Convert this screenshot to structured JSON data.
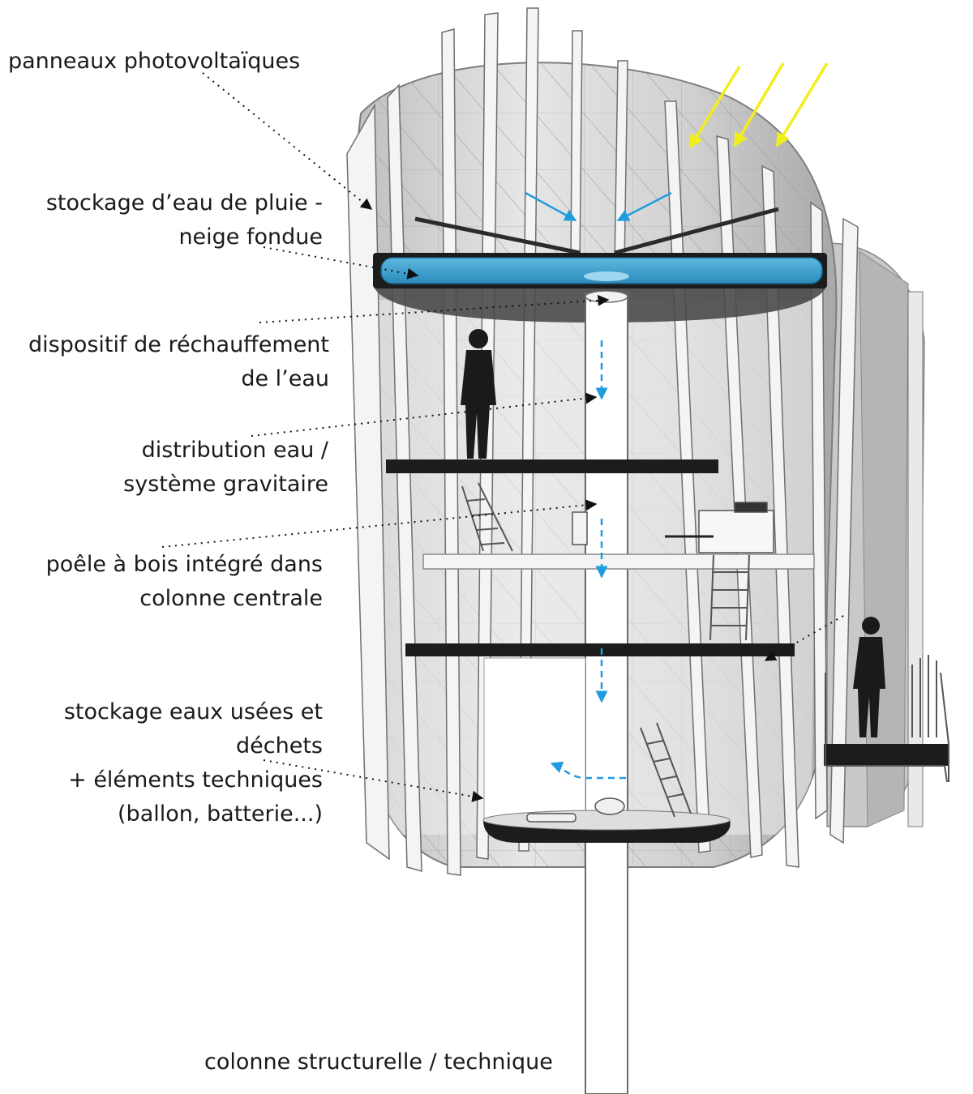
{
  "labels": {
    "pv": "panneaux photovoltaïques",
    "rain_1": "stockage d’eau de pluie -",
    "rain_2": "neige fondue",
    "heat_1": "dispositif de réchauffement",
    "heat_2": "de l’eau",
    "dist_1": "distribution eau /",
    "dist_2": "système gravitaire",
    "stove_1": "poêle à bois intégré dans",
    "stove_2": "colonne centrale",
    "waste_1": "stockage eaux usées et",
    "waste_2": "déchets",
    "waste_3": "+ éléments techniques",
    "waste_4": "(ballon, batterie...)",
    "column": "colonne structurelle / technique"
  },
  "colors": {
    "water": "#3aa0cf",
    "water_arrow": "#1f9be0",
    "sun": "#f2ee1a",
    "floor": "#1c1c1c",
    "shell": "#d6d6d6",
    "fin": "#f4f4f4"
  }
}
